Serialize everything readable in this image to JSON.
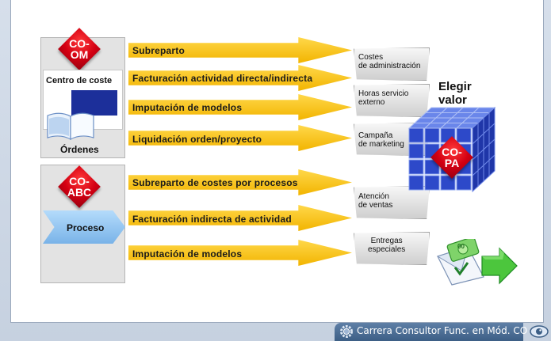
{
  "left_top": {
    "seal": [
      "CO-",
      "OM"
    ],
    "cost_center_label": "Centro de coste",
    "orders_label": "Órdenes"
  },
  "left_bottom": {
    "seal": [
      "CO-",
      "ABC"
    ],
    "process_label": "Proceso"
  },
  "arrows": [
    "Subreparto",
    "Facturación actividad directa/indirecta",
    "Imputación de modelos",
    "Liquidación orden/proyecto",
    "Subreparto de costes por procesos",
    "Facturación indirecta de actividad",
    "Imputación de modelos"
  ],
  "tags": [
    [
      "Costes",
      "de administración"
    ],
    [
      "Horas servicio",
      "externo"
    ],
    [
      "Campaña",
      "de marketing"
    ],
    [
      "Atención",
      "de ventas"
    ],
    [
      "Entregas",
      "especiales"
    ]
  ],
  "right": {
    "title_line1": "Elegir",
    "title_line2": "valor",
    "seal": [
      "CO-",
      "PA"
    ],
    "money_badge": "00"
  },
  "footer": {
    "label": "Carrera Consultor Func. en Mód. CO"
  },
  "colors": {
    "arrow_yellow": "#f2b400",
    "seal_red": "#d40012",
    "cube_blue": "#2d49c9",
    "process_blue": "#8fc1ee",
    "footer_blue": "#3d5f86"
  }
}
